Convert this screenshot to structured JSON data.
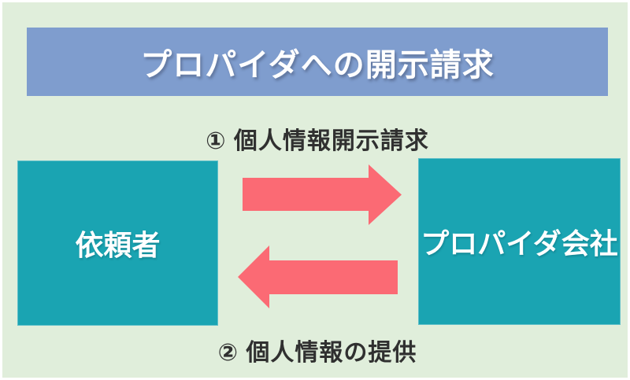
{
  "title": "プロパイダへの開示請求",
  "flow": {
    "requester_box": {
      "label": "依頼者"
    },
    "provider_box": {
      "label": "プロパイダ会社"
    },
    "arrow_forward": {
      "label": "① 個人情報開示請求",
      "direction": "right",
      "from": "依頼者",
      "to": "プロパイダ会社",
      "icon": "arrow-right-icon"
    },
    "arrow_back": {
      "label": "② 個人情報の提供",
      "direction": "left",
      "from": "プロパイダ会社",
      "to": "依頼者",
      "icon": "arrow-left-icon"
    }
  },
  "colors": {
    "background_green": "#e0eedb",
    "header_blue": "#7f9dce",
    "box_teal": "#1aa4b2",
    "arrow_pink": "#fb6a74",
    "label_dark": "#303030",
    "text_white": "#ffffff"
  }
}
